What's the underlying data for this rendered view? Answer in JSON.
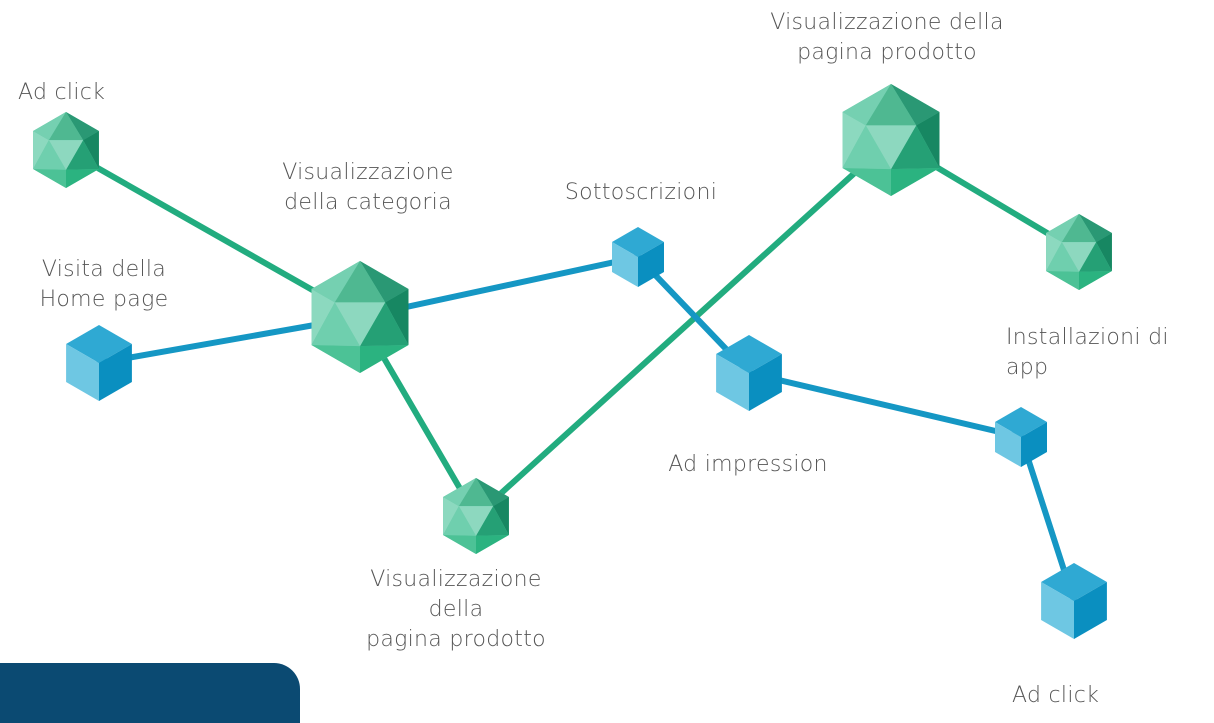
{
  "colors": {
    "green_path": "#22ac7f",
    "blue_path": "#1597c4",
    "label_text": "#555555",
    "corner_panel": "#0b4a72"
  },
  "nodes": [
    {
      "id": "ad-click-top",
      "shape": "green-icosahedron",
      "label": [
        "Ad click"
      ]
    },
    {
      "id": "visita-home",
      "shape": "blue-cube",
      "label": [
        "Visita della",
        "Home page"
      ]
    },
    {
      "id": "cat-view",
      "shape": "green-icosahedron",
      "label": [
        "Visualizzazione",
        "della categoria"
      ]
    },
    {
      "id": "prod-view-bottom",
      "shape": "green-icosahedron",
      "label": [
        "Visualizzazione",
        "della",
        "pagina prodotto"
      ]
    },
    {
      "id": "sottoscrizioni",
      "shape": "blue-cube",
      "label": [
        "Sottoscrizioni"
      ]
    },
    {
      "id": "prod-view-top",
      "shape": "green-icosahedron",
      "label": [
        "Visualizzazione della",
        "pagina prodotto"
      ]
    },
    {
      "id": "green-end",
      "shape": "green-icosahedron",
      "label": []
    },
    {
      "id": "ad-impression",
      "shape": "blue-cube",
      "label": [
        "Ad impression"
      ]
    },
    {
      "id": "installazioni",
      "shape": "blue-cube",
      "label": [
        "Installazioni di",
        "app"
      ]
    },
    {
      "id": "ad-click-bottom",
      "shape": "blue-cube",
      "label": [
        "Ad click"
      ]
    }
  ],
  "edges": [
    {
      "from": "ad-click-top",
      "to": "cat-view",
      "color": "green"
    },
    {
      "from": "cat-view",
      "to": "prod-view-bottom",
      "color": "green"
    },
    {
      "from": "prod-view-bottom",
      "to": "prod-view-top",
      "color": "green"
    },
    {
      "from": "prod-view-top",
      "to": "green-end",
      "color": "green"
    },
    {
      "from": "visita-home",
      "to": "cat-view",
      "color": "blue"
    },
    {
      "from": "cat-view",
      "to": "sottoscrizioni",
      "color": "blue"
    },
    {
      "from": "sottoscrizioni",
      "to": "ad-impression",
      "color": "blue"
    },
    {
      "from": "ad-impression",
      "to": "installazioni",
      "color": "blue"
    },
    {
      "from": "installazioni",
      "to": "ad-click-bottom",
      "color": "blue"
    }
  ]
}
